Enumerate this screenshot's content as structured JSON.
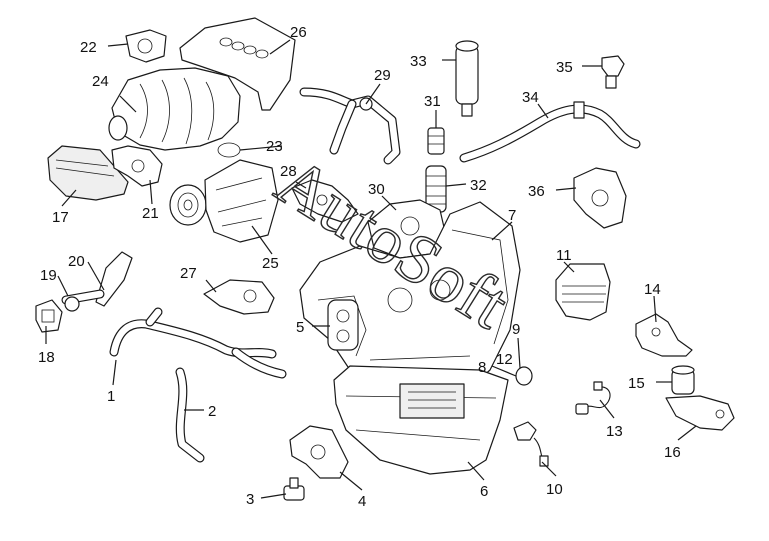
{
  "watermark": "AutoSoft",
  "callouts": [
    "1",
    "2",
    "3",
    "4",
    "5",
    "6",
    "7",
    "8",
    "9",
    "10",
    "11",
    "12",
    "13",
    "14",
    "15",
    "16",
    "17",
    "18",
    "19",
    "20",
    "21",
    "22",
    "23",
    "24",
    "25",
    "26",
    "27",
    "28",
    "29",
    "30",
    "31",
    "32",
    "33",
    "34",
    "35",
    "36"
  ]
}
